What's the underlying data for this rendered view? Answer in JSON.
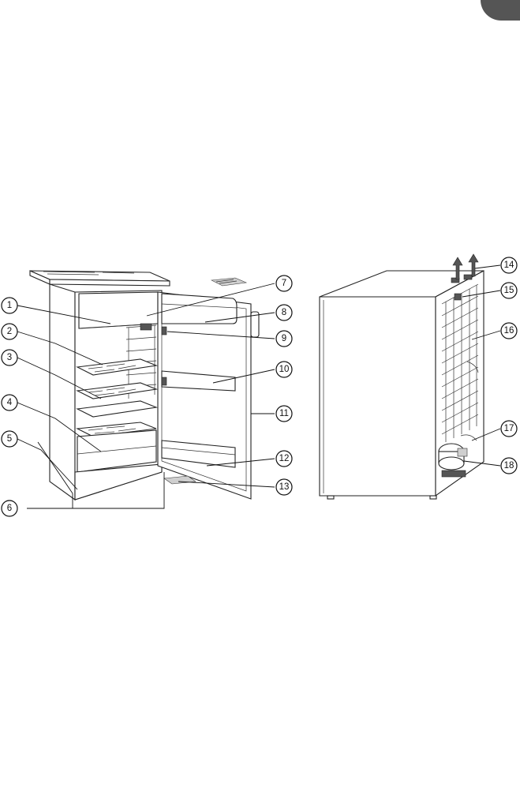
{
  "page_badge": {
    "color": "#555555"
  },
  "callouts": {
    "front_view": [
      "1",
      "2",
      "3",
      "4",
      "5",
      "6",
      "7",
      "8",
      "9",
      "10",
      "11",
      "12",
      "13"
    ],
    "rear_view": [
      "14",
      "15",
      "16",
      "17",
      "18"
    ]
  }
}
